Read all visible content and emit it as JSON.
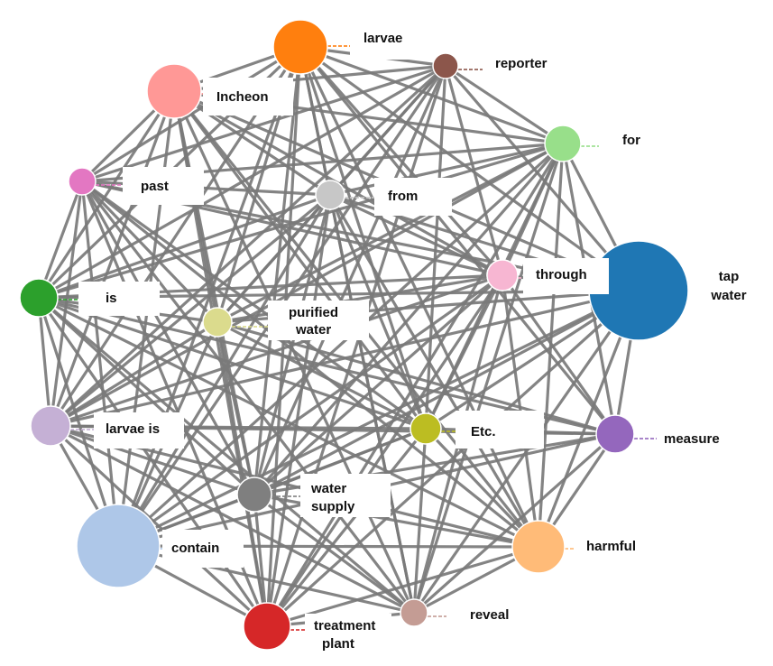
{
  "diagram": {
    "type": "network",
    "nodes": [
      {
        "id": "tap-water",
        "label": "tap water",
        "color": "#1f77b4"
      },
      {
        "id": "contain",
        "label": "contain",
        "color": "#aec7e8"
      },
      {
        "id": "larvae",
        "label": "larvae",
        "color": "#ff7f0e"
      },
      {
        "id": "harmful",
        "label": "harmful",
        "color": "#ffbb78"
      },
      {
        "id": "is",
        "label": "is",
        "color": "#2ca02c"
      },
      {
        "id": "for",
        "label": "for",
        "color": "#98df8a"
      },
      {
        "id": "treatment-plant",
        "label": "treatment plant",
        "color": "#d62728"
      },
      {
        "id": "incheon",
        "label": "Incheon",
        "color": "#ff9896"
      },
      {
        "id": "measure",
        "label": "measure",
        "color": "#9467bd"
      },
      {
        "id": "larvae-is",
        "label": "larvae is",
        "color": "#c5b0d5"
      },
      {
        "id": "reporter",
        "label": "reporter",
        "color": "#8c564b"
      },
      {
        "id": "reveal",
        "label": "reveal",
        "color": "#c49c94"
      },
      {
        "id": "past",
        "label": "past",
        "color": "#e377c2"
      },
      {
        "id": "through",
        "label": "through",
        "color": "#f7b6d2"
      },
      {
        "id": "water-supply",
        "label": "water supply",
        "color": "#7f7f7f"
      },
      {
        "id": "from",
        "label": "from",
        "color": "#c7c7c7"
      },
      {
        "id": "etc",
        "label": "Etc.",
        "color": "#bcbd22"
      },
      {
        "id": "purified-water",
        "label": "purified water",
        "color": "#dbdb8d"
      }
    ],
    "edges": [
      [
        "larvae",
        "reporter"
      ],
      [
        "larvae",
        "incheon"
      ],
      [
        "larvae",
        "for"
      ],
      [
        "larvae",
        "tap-water"
      ],
      [
        "larvae",
        "through"
      ],
      [
        "larvae",
        "past"
      ],
      [
        "larvae",
        "is"
      ],
      [
        "larvae",
        "from"
      ],
      [
        "larvae",
        "etc"
      ],
      [
        "larvae",
        "measure"
      ],
      [
        "larvae",
        "harmful"
      ],
      [
        "larvae",
        "reveal"
      ],
      [
        "larvae",
        "treatment-plant"
      ],
      [
        "larvae",
        "water-supply"
      ],
      [
        "larvae",
        "contain"
      ],
      [
        "larvae",
        "larvae-is"
      ],
      [
        "larvae",
        "purified-water"
      ],
      [
        "reporter",
        "for"
      ],
      [
        "reporter",
        "tap-water"
      ],
      [
        "reporter",
        "incheon"
      ],
      [
        "reporter",
        "past"
      ],
      [
        "reporter",
        "is"
      ],
      [
        "reporter",
        "through"
      ],
      [
        "reporter",
        "etc"
      ],
      [
        "reporter",
        "water-supply"
      ],
      [
        "reporter",
        "larvae-is"
      ],
      [
        "reporter",
        "contain"
      ],
      [
        "reporter",
        "treatment-plant"
      ],
      [
        "reporter",
        "purified-water"
      ],
      [
        "reporter",
        "from"
      ],
      [
        "for",
        "tap-water"
      ],
      [
        "for",
        "through"
      ],
      [
        "for",
        "from"
      ],
      [
        "for",
        "is"
      ],
      [
        "for",
        "past"
      ],
      [
        "for",
        "incheon"
      ],
      [
        "for",
        "larvae-is"
      ],
      [
        "for",
        "contain"
      ],
      [
        "for",
        "water-supply"
      ],
      [
        "for",
        "treatment-plant"
      ],
      [
        "for",
        "reveal"
      ],
      [
        "for",
        "measure"
      ],
      [
        "for",
        "harmful"
      ],
      [
        "for",
        "etc"
      ],
      [
        "for",
        "purified-water"
      ],
      [
        "tap-water",
        "through"
      ],
      [
        "tap-water",
        "measure"
      ],
      [
        "tap-water",
        "harmful"
      ],
      [
        "tap-water",
        "etc"
      ],
      [
        "tap-water",
        "reveal"
      ],
      [
        "tap-water",
        "treatment-plant"
      ],
      [
        "tap-water",
        "contain"
      ],
      [
        "tap-water",
        "larvae-is"
      ],
      [
        "tap-water",
        "is"
      ],
      [
        "tap-water",
        "past"
      ],
      [
        "tap-water",
        "incheon"
      ],
      [
        "tap-water",
        "water-supply"
      ],
      [
        "tap-water",
        "purified-water"
      ],
      [
        "tap-water",
        "from"
      ],
      [
        "measure",
        "harmful"
      ],
      [
        "measure",
        "etc"
      ],
      [
        "measure",
        "larvae-is"
      ],
      [
        "measure",
        "is"
      ],
      [
        "measure",
        "through"
      ],
      [
        "measure",
        "reveal"
      ],
      [
        "measure",
        "contain"
      ],
      [
        "measure",
        "water-supply"
      ],
      [
        "measure",
        "purified-water"
      ],
      [
        "harmful",
        "reveal"
      ],
      [
        "harmful",
        "treatment-plant"
      ],
      [
        "harmful",
        "contain"
      ],
      [
        "harmful",
        "larvae-is"
      ],
      [
        "harmful",
        "is"
      ],
      [
        "harmful",
        "past"
      ],
      [
        "harmful",
        "incheon"
      ],
      [
        "harmful",
        "etc"
      ],
      [
        "harmful",
        "through"
      ],
      [
        "harmful",
        "water-supply"
      ],
      [
        "harmful",
        "from"
      ],
      [
        "reveal",
        "treatment-plant"
      ],
      [
        "reveal",
        "contain"
      ],
      [
        "reveal",
        "larvae-is"
      ],
      [
        "reveal",
        "is"
      ],
      [
        "reveal",
        "past"
      ],
      [
        "reveal",
        "incheon"
      ],
      [
        "reveal",
        "through"
      ],
      [
        "reveal",
        "water-supply"
      ],
      [
        "reveal",
        "etc"
      ],
      [
        "reveal",
        "from"
      ],
      [
        "treatment-plant",
        "contain"
      ],
      [
        "treatment-plant",
        "larvae-is"
      ],
      [
        "treatment-plant",
        "is"
      ],
      [
        "treatment-plant",
        "past"
      ],
      [
        "treatment-plant",
        "incheon"
      ],
      [
        "treatment-plant",
        "water-supply"
      ],
      [
        "treatment-plant",
        "through"
      ],
      [
        "treatment-plant",
        "etc"
      ],
      [
        "treatment-plant",
        "purified-water"
      ],
      [
        "treatment-plant",
        "from"
      ],
      [
        "contain",
        "larvae-is"
      ],
      [
        "contain",
        "is"
      ],
      [
        "contain",
        "past"
      ],
      [
        "contain",
        "incheon"
      ],
      [
        "contain",
        "water-supply"
      ],
      [
        "contain",
        "purified-water"
      ],
      [
        "contain",
        "through"
      ],
      [
        "contain",
        "from"
      ],
      [
        "contain",
        "etc"
      ],
      [
        "larvae-is",
        "is"
      ],
      [
        "larvae-is",
        "past"
      ],
      [
        "larvae-is",
        "incheon"
      ],
      [
        "larvae-is",
        "etc"
      ],
      [
        "larvae-is",
        "through"
      ],
      [
        "larvae-is",
        "water-supply"
      ],
      [
        "larvae-is",
        "purified-water"
      ],
      [
        "larvae-is",
        "from"
      ],
      [
        "is",
        "past"
      ],
      [
        "is",
        "incheon"
      ],
      [
        "is",
        "through"
      ],
      [
        "is",
        "etc"
      ],
      [
        "is",
        "from"
      ],
      [
        "is",
        "purified-water"
      ],
      [
        "is",
        "water-supply"
      ],
      [
        "past",
        "incheon"
      ],
      [
        "past",
        "from"
      ],
      [
        "past",
        "through"
      ],
      [
        "past",
        "purified-water"
      ],
      [
        "past",
        "water-supply"
      ],
      [
        "past",
        "etc"
      ],
      [
        "incheon",
        "from"
      ],
      [
        "incheon",
        "through"
      ],
      [
        "incheon",
        "purified-water"
      ],
      [
        "incheon",
        "water-supply"
      ],
      [
        "incheon",
        "etc"
      ],
      [
        "from",
        "through"
      ],
      [
        "from",
        "purified-water"
      ],
      [
        "from",
        "water-supply"
      ],
      [
        "from",
        "etc"
      ],
      [
        "through",
        "purified-water"
      ],
      [
        "through",
        "water-supply"
      ],
      [
        "through",
        "etc"
      ],
      [
        "purified-water",
        "etc"
      ],
      [
        "purified-water",
        "water-supply"
      ],
      [
        "water-supply",
        "etc"
      ]
    ]
  }
}
